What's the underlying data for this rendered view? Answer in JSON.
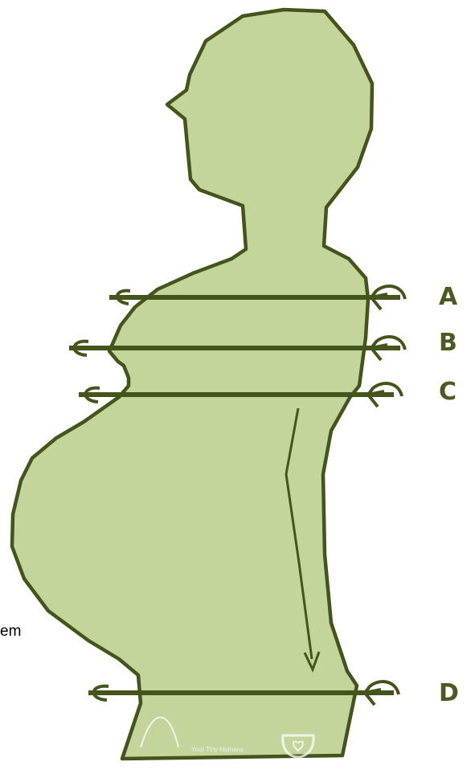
{
  "colors": {
    "fill": "#c4d59c",
    "outline": "#44551c",
    "label": "#4a5a22",
    "logo": "#ffffff"
  },
  "labels": {
    "a": "A",
    "b": "B",
    "c": "C",
    "d": "D"
  },
  "side_text": "em",
  "footer_text": "Your Tiny Humans"
}
